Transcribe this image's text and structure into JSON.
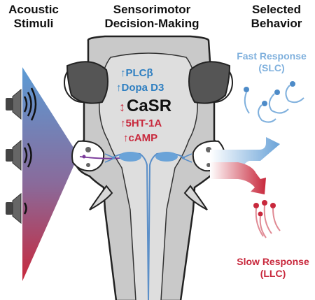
{
  "headers": {
    "stimuli": "Acoustic\nStimuli",
    "decision": "Sensorimotor\nDecision-Making",
    "behavior": "Selected\nBehavior"
  },
  "molecules": [
    {
      "arrow": "↑",
      "label": "PLCβ",
      "color": "#2f7fc1"
    },
    {
      "arrow": "↑",
      "label": "Dopa D3",
      "color": "#2f7fc1"
    },
    {
      "arrow": "↕",
      "label": "CaSR",
      "color": "#111111"
    },
    {
      "arrow": "↑",
      "label": "5HT-1A",
      "color": "#c8283c"
    },
    {
      "arrow": "↑",
      "label": "cAMP",
      "color": "#c8283c"
    }
  ],
  "responses": {
    "fast": {
      "text": "Fast Response\n(SLC)",
      "color": "#7fb0dd"
    },
    "slow": {
      "text": "Slow Response\n(LLC)",
      "color": "#c8283c"
    }
  },
  "colors": {
    "blue": "#7fb0dd",
    "red": "#c8283c",
    "brain": "#bfbfbf",
    "brain_light": "#dcdcdc",
    "eye": "#555555"
  }
}
